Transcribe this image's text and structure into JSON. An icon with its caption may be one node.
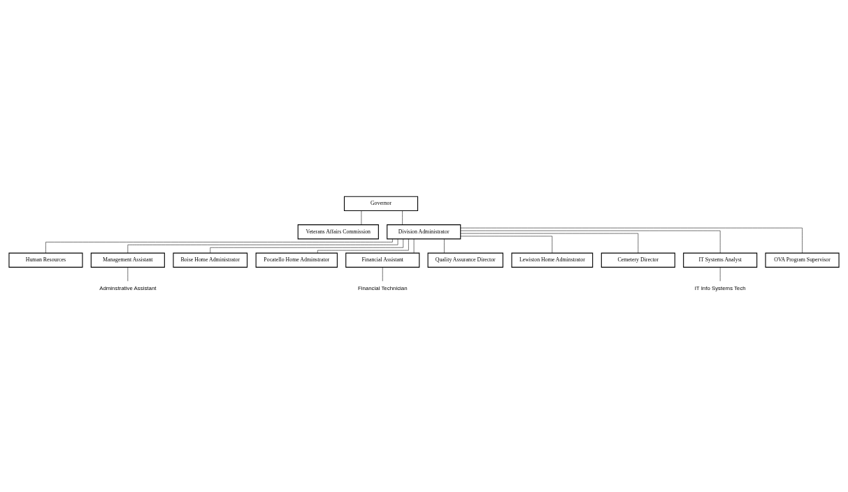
{
  "diagram": {
    "nodes": [
      {
        "text": [
          "Governor"
        ]
      },
      {
        "text": [
          "Veterans Affairs Commission"
        ]
      },
      {
        "text": [
          "Division Administrator"
        ]
      },
      {
        "text": [
          "Human Resources"
        ]
      },
      {
        "text": [
          "Management Assistant"
        ]
      },
      {
        "text": [
          "Boise Home Administrator"
        ]
      },
      {
        "text": [
          "Pocatello Home Adminstrator"
        ]
      },
      {
        "text": [
          "Adminstrative Assistant"
        ]
      },
      {
        "text": [
          "Financial Assistant"
        ]
      },
      {
        "text": [
          "Quality Assurance Director"
        ]
      },
      {
        "text": [
          "Lewiston Home Adminstrator"
        ]
      },
      {
        "text": [
          "Cemetery Director"
        ]
      },
      {
        "text": [
          "Financial Technician"
        ]
      },
      {
        "text": [
          "IT Systems Analyst"
        ]
      },
      {
        "text": [
          "OVA Program Supervisor"
        ]
      },
      {
        "text": [
          "IT Info Systems Tech"
        ]
      }
    ],
    "edges": [
      {
        "from": 0,
        "to": 1,
        "arrow": "none"
      },
      {
        "from": 0,
        "to": 2,
        "arrow": "none"
      },
      {
        "from": 2,
        "to": 3,
        "arrow": "none"
      },
      {
        "from": 2,
        "to": 4,
        "arrow": "none"
      },
      {
        "from": 2,
        "to": 5,
        "arrow": "none"
      },
      {
        "from": 2,
        "to": 6,
        "arrow": "none"
      },
      {
        "from": 4,
        "to": 7,
        "arrow": "none"
      },
      {
        "from": 2,
        "to": 8,
        "arrow": "none"
      },
      {
        "from": 2,
        "to": 9,
        "arrow": "none"
      },
      {
        "from": 2,
        "to": 10,
        "arrow": "none"
      },
      {
        "from": 2,
        "to": 11,
        "arrow": "none"
      },
      {
        "from": 8,
        "to": 12,
        "arrow": "none"
      },
      {
        "from": 2,
        "to": 13,
        "arrow": "none"
      },
      {
        "from": 2,
        "to": 14,
        "arrow": "none"
      },
      {
        "from": 13,
        "to": 15,
        "arrow": "none"
      }
    ]
  }
}
